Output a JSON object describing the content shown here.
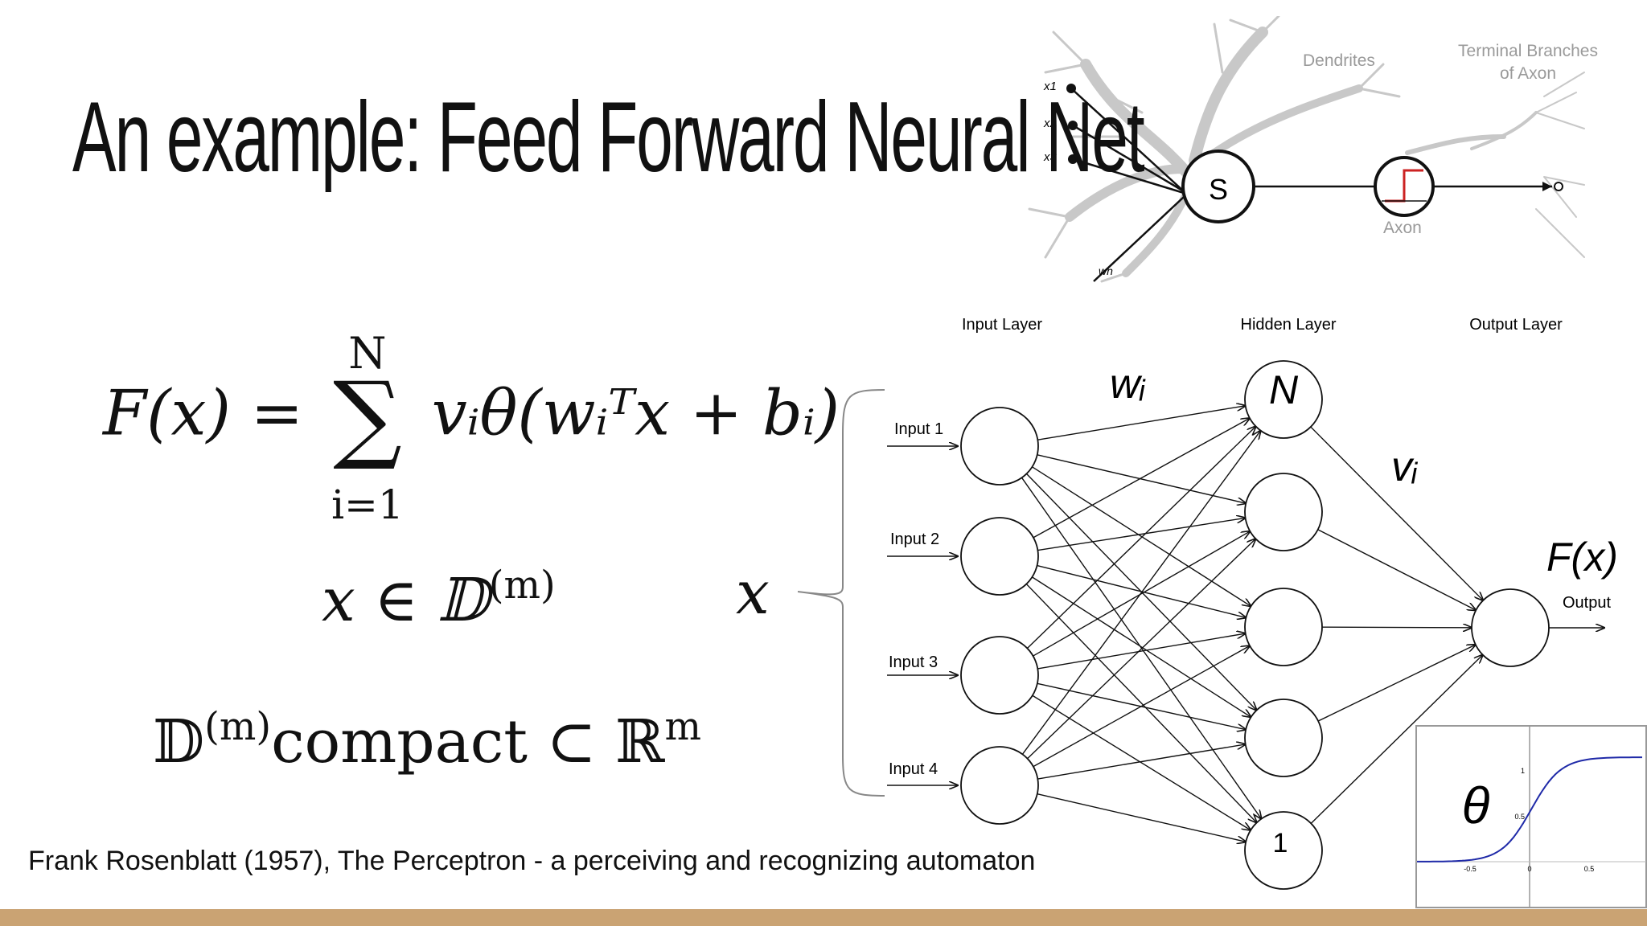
{
  "slide": {
    "title": "An example: Feed Forward Neural Net",
    "citation": "Frank Rosenblatt (1957), The Perceptron - a perceiving and recognizing automaton"
  },
  "equations": {
    "eq1_lhs": "F(x) =",
    "eq1_sum_top": "N",
    "eq1_sum_symbol": "∑",
    "eq1_sum_bottom": "i=1",
    "eq1_rhs": "vᵢθ(wᵢᵀx + bᵢ)",
    "eq2_base": "x ∈ 𝔻",
    "eq2_sup": "(m)",
    "eq3_base": "𝔻",
    "eq3_sup": "(m)",
    "eq3_rest": "compact ⊂ ℝ",
    "eq3_sup2": "m",
    "x_label": "x"
  },
  "neuron": {
    "dendrites": "Dendrites",
    "terminal_line1": "Terminal Branches",
    "terminal_line2": "of Axon",
    "axon": "Axon",
    "soma": "S",
    "x1": "x1",
    "x2": "x2",
    "x3": "x3",
    "wn": "wn"
  },
  "network": {
    "layers": [
      "Input Layer",
      "Hidden Layer",
      "Output Layer"
    ],
    "inputs": [
      "Input 1",
      "Input 2",
      "Input 3",
      "Input 4"
    ],
    "hidden_top": "N",
    "hidden_bottom": "1",
    "w_label": "wᵢ",
    "v_label": "vᵢ",
    "output_fx": "F(x)",
    "output_label": "Output"
  },
  "sigmoid": {
    "theta": "θ",
    "x_ticks": [
      "-0.5",
      "0",
      "0.5"
    ],
    "y_ticks": [
      "1",
      "0.5"
    ],
    "curve_color": "#1f2aa8"
  },
  "colors": {
    "footer": "#caa373",
    "neuron_gray": "#c8c8c8",
    "step_red": "#cc2222"
  }
}
